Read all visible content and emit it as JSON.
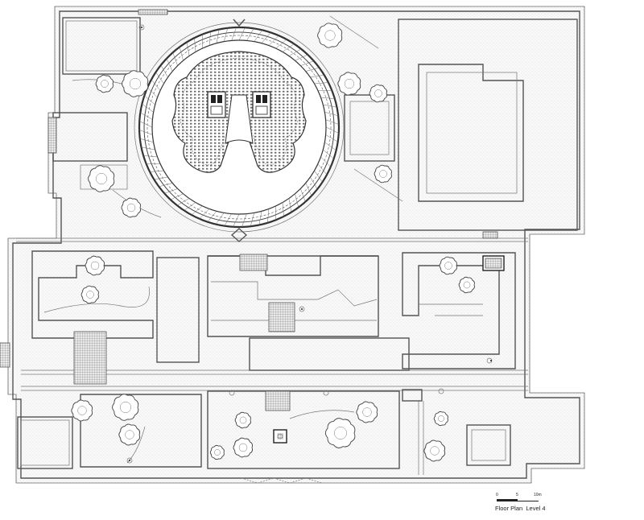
{
  "title": "Floor Plan  Level 4",
  "scale_bar": {
    "ticks": [
      "0",
      "5",
      "10m"
    ]
  },
  "colors": {
    "line": "#555555",
    "background": "#ffffff"
  }
}
